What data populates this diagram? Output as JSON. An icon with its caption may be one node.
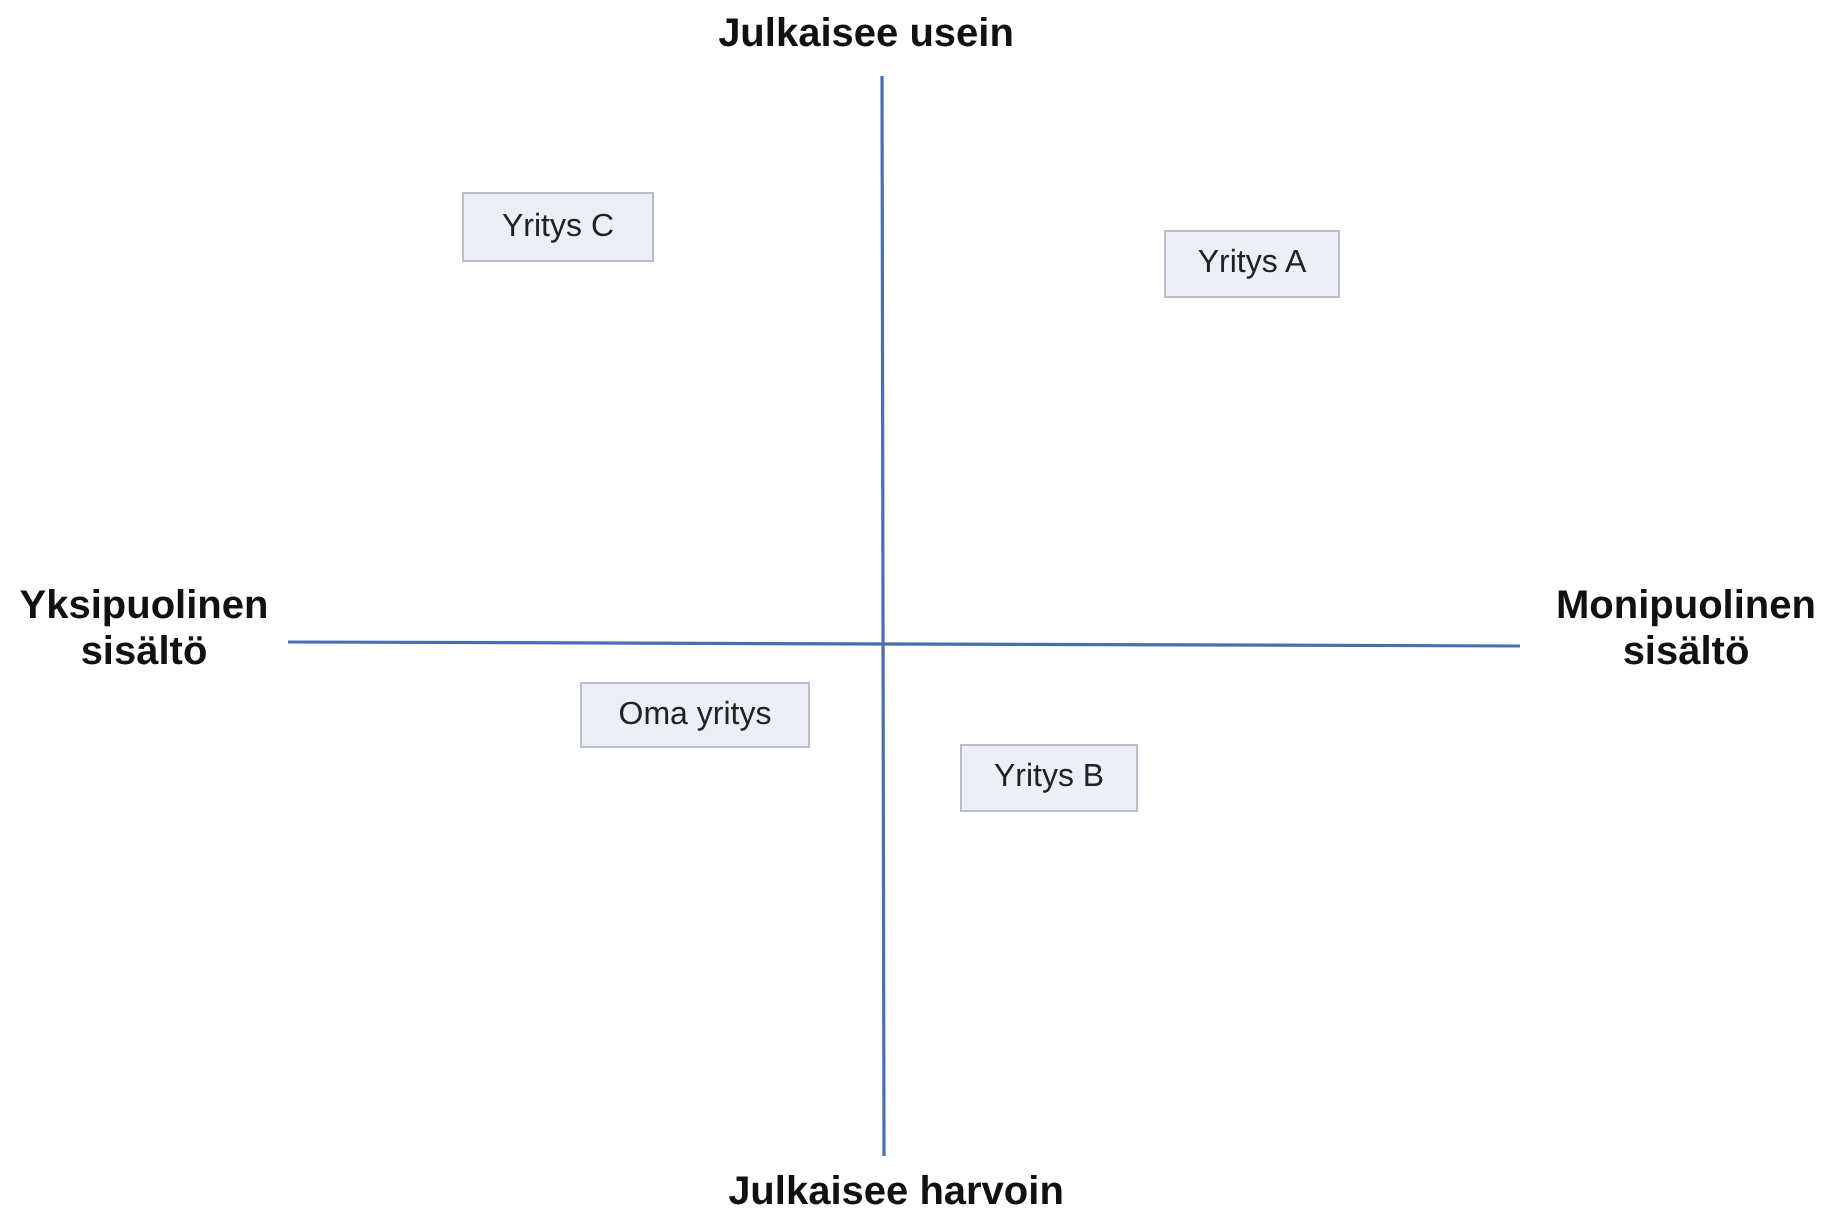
{
  "diagram": {
    "nodes": [
      {
        "text": [
          "Yritys C"
        ]
      },
      {
        "text": [
          "Yritys A"
        ]
      },
      {
        "text": [
          "Oma yritys"
        ]
      },
      {
        "text": [
          "Yritys B"
        ]
      }
    ],
    "labels": [
      "Julkaisee usein",
      "Yksipuolinen sisältö",
      "Monipuolinen sisältö",
      "Julkaisee harvoin"
    ]
  }
}
